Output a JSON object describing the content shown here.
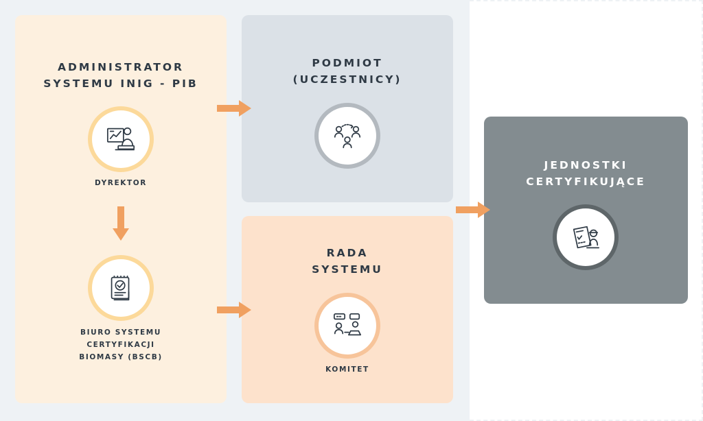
{
  "colors": {
    "background": "#eef2f5",
    "admin_panel": "#fdf0df",
    "podmiot_panel": "#dbe1e7",
    "rada_panel": "#fde2cc",
    "jednostki_panel": "#838c90",
    "arrow": "#f0a060",
    "text_dark": "#2f3a45"
  },
  "admin": {
    "title": "ADMINISTRATOR\nSYSTEMU INIG - PIB",
    "director": {
      "label": "DYREKTOR",
      "icon": "presentation-director-icon"
    },
    "office": {
      "label": "BIURO SYSTEMU\nCERTYFIKACJI\nBIOMASY (BSCB)",
      "icon": "checklist-document-icon"
    }
  },
  "podmiot": {
    "title": "PODMIOT\n(UCZESTNICY)",
    "icon": "participants-network-icon"
  },
  "rada": {
    "title": "RADA\nSYSTEMU",
    "committee": {
      "label": "KOMITET",
      "icon": "committee-discussion-icon"
    }
  },
  "jednostki": {
    "title": "JEDNOSTKI\nCERTYFIKUJĄCE",
    "icon": "certificate-inspector-icon"
  }
}
